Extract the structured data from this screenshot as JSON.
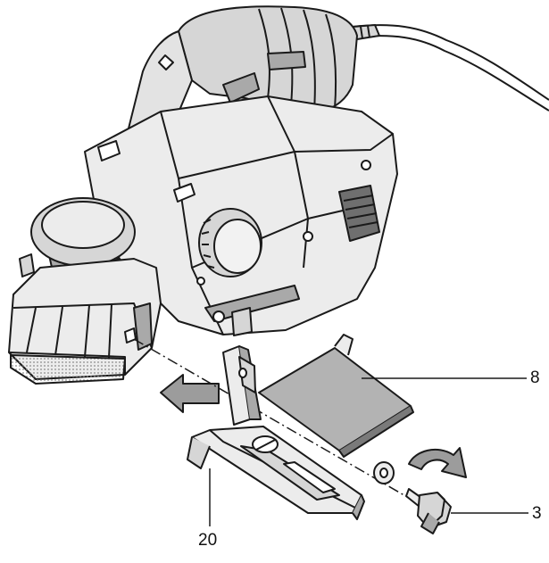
{
  "figure": {
    "callouts": [
      {
        "id": "part-8",
        "label": "8"
      },
      {
        "id": "part-3",
        "label": "3"
      },
      {
        "id": "part-20",
        "label": "20"
      }
    ],
    "colors": {
      "line": "#1a1a1a",
      "light_gray": "#d6d6d6",
      "mid_gray": "#a9a9a9",
      "dark_gray": "#6f6f6f",
      "plate_gray": "#9c9c9c",
      "white": "#ffffff"
    },
    "icons": [
      "push-arrow-icon",
      "rotate-arrow-icon"
    ]
  }
}
